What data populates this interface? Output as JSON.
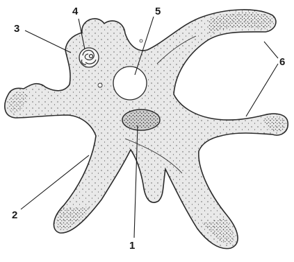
{
  "labels": {
    "l1": "1",
    "l2": "2",
    "l3": "3",
    "l4": "4",
    "l5": "5",
    "l6": "6"
  },
  "colors": {
    "body_fill": "#e9e9e9",
    "outline": "#2a2a2a",
    "stipple": "#3a3a3a",
    "nucleus_fill": "#cfcfcf",
    "vacuole_fill": "#ffffff"
  }
}
